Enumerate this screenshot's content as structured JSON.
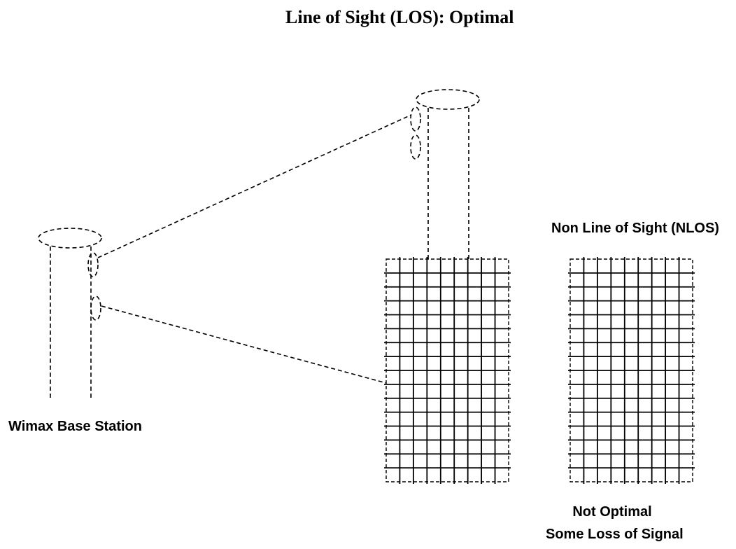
{
  "diagram": {
    "title": "Line of Sight (LOS): Optimal",
    "nlos_label": "Non Line of Sight (NLOS)",
    "base_station_label": "Wimax Base Station",
    "note_line1": "Not Optimal",
    "note_line2": "Some Loss of Signal"
  }
}
